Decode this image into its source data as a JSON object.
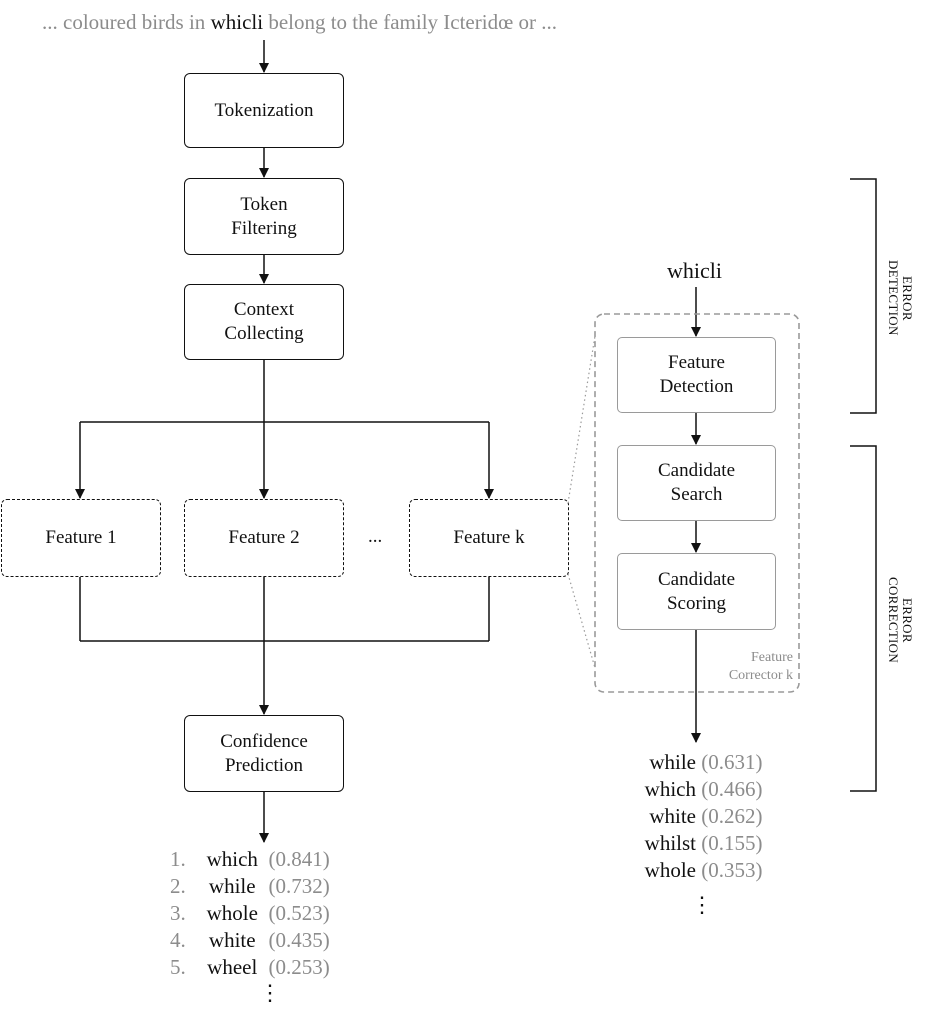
{
  "sentence": {
    "before": "... coloured birds in",
    "highlight": "whicli",
    "after": "belong to the family Icteridœ or ..."
  },
  "pipeline": {
    "tokenization": "Tokenization",
    "token_filtering": "Token Filtering",
    "context_collecting": "Context Collecting",
    "confidence_prediction": "Confidence Prediction"
  },
  "features": {
    "f1": "Feature 1",
    "f2": "Feature 2",
    "ellipsis": "...",
    "fk": "Feature k"
  },
  "corrector": {
    "input_word": "whicli",
    "feature_detection": "Feature Detection",
    "candidate_search": "Candidate Search",
    "candidate_scoring": "Candidate Scoring",
    "label": "Feature Corrector k"
  },
  "sections": {
    "error_detection": "ERROR DETECTION",
    "error_correction": "ERROR CORRECTION"
  },
  "final_ranking": [
    {
      "rank": "1.",
      "word": "which",
      "score": "(0.841)"
    },
    {
      "rank": "2.",
      "word": "while",
      "score": "(0.732)"
    },
    {
      "rank": "3.",
      "word": "whole",
      "score": "(0.523)"
    },
    {
      "rank": "4.",
      "word": "white",
      "score": "(0.435)"
    },
    {
      "rank": "5.",
      "word": "wheel",
      "score": "(0.253)"
    }
  ],
  "feature_candidates": [
    {
      "word": "while",
      "score": "(0.631)"
    },
    {
      "word": "which",
      "score": "(0.466)"
    },
    {
      "word": "white",
      "score": "(0.262)"
    },
    {
      "word": "whilst",
      "score": "(0.155)"
    },
    {
      "word": "whole",
      "score": "(0.353)"
    }
  ],
  "continuation": "⋮"
}
